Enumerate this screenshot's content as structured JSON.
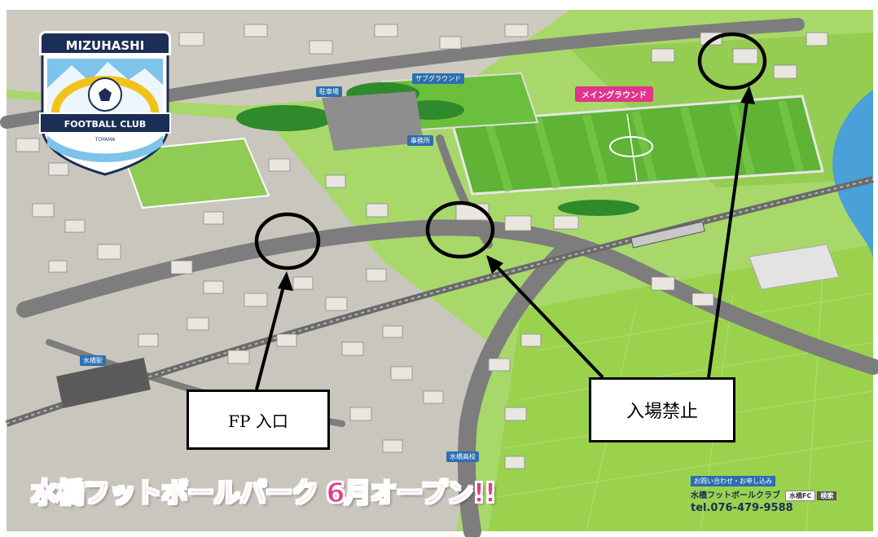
{
  "logo": {
    "name_top": "MIZUHASHI",
    "name_bottom": "FOOTBALL CLUB",
    "sub": "TOYAMA"
  },
  "map_labels": {
    "parking": "駐車場",
    "sub_ground": "サブグラウンド",
    "main_ground": "メイングラウンド",
    "office": "事務所",
    "station": "水橋駅",
    "high_school": "水橋高校"
  },
  "callouts": {
    "fp_entrance": "FP 入口",
    "no_entry": "入場禁止"
  },
  "banner": {
    "text": "水橋フットボールパーク 6月オープン!!"
  },
  "contact": {
    "heading": "お問い合わせ・お申し込み",
    "club": "水橋フットボールクラブ",
    "search_term": "水橋FC",
    "search_button": "検索",
    "tel": "tel.076-479-9588"
  },
  "colors": {
    "annotation": "#000000",
    "banner_pink": "#e8388e",
    "label_blue": "#2c6fb0",
    "logo_navy": "#1b2e55",
    "field_green": "#6cbf3c",
    "river_blue": "#4aa0d8"
  }
}
